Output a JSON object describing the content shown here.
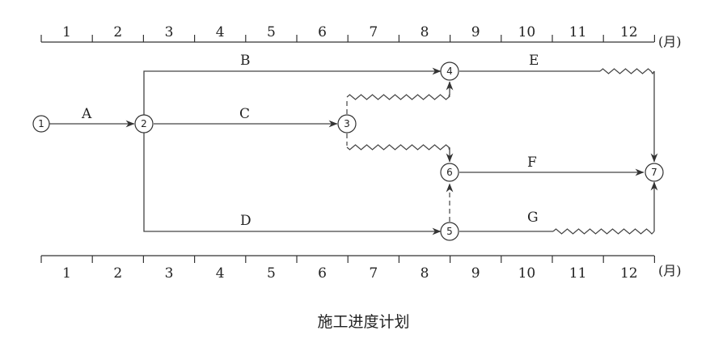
{
  "caption": "施工进度计划",
  "unit_label": "(月)",
  "months": [
    "1",
    "2",
    "3",
    "4",
    "5",
    "6",
    "7",
    "8",
    "9",
    "10",
    "11",
    "12"
  ],
  "nodes": [
    {
      "id": "1",
      "label": "1",
      "month": 0
    },
    {
      "id": "2",
      "label": "2",
      "month": 2
    },
    {
      "id": "3",
      "label": "3",
      "month": 6
    },
    {
      "id": "4",
      "label": "4",
      "month": 8
    },
    {
      "id": "5",
      "label": "5",
      "month": 8
    },
    {
      "id": "6",
      "label": "6",
      "month": 8
    },
    {
      "id": "7",
      "label": "7",
      "month": 12
    }
  ],
  "activities": [
    {
      "name": "A",
      "from": "1",
      "to": "2",
      "start": 0,
      "end": 2
    },
    {
      "name": "B",
      "from": "2",
      "to": "4",
      "start": 2,
      "end": 8
    },
    {
      "name": "C",
      "from": "2",
      "to": "3",
      "start": 2,
      "end": 6
    },
    {
      "name": "D",
      "from": "2",
      "to": "5",
      "start": 2,
      "end": 8
    },
    {
      "name": "E",
      "from": "4",
      "to": "7",
      "start": 8,
      "end": 11,
      "free_float_to": 12
    },
    {
      "name": "F",
      "from": "6",
      "to": "7",
      "start": 8,
      "end": 12
    },
    {
      "name": "G",
      "from": "5",
      "to": "7",
      "start": 8,
      "end": 10,
      "free_float_to": 12
    }
  ],
  "virtual_links": [
    {
      "from": "3",
      "to": "4",
      "float_from": 6,
      "float_to": 8
    },
    {
      "from": "3",
      "to": "6",
      "float_from": 6,
      "float_to": 8
    },
    {
      "from": "5",
      "to": "6"
    }
  ]
}
